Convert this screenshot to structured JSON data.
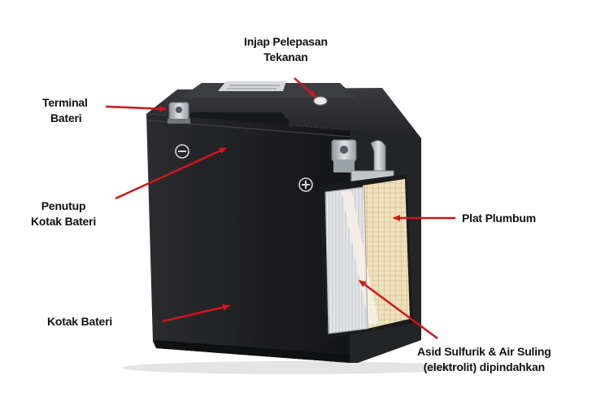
{
  "labels": {
    "terminal": [
      "Terminal",
      "Bateri"
    ],
    "valve": [
      "Injap Pelepasan",
      "Tekanan"
    ],
    "cover": [
      "Penutup",
      "Kotak Bateri"
    ],
    "plate": [
      "Plat Plumbum"
    ],
    "case": [
      "Kotak Bateri"
    ],
    "acid": [
      "Asid Sulfurik & Air Suling",
      "(elektrolit) dipindahkan"
    ]
  },
  "colors": {
    "arrow": "#d0161c",
    "case": "#1e1f21",
    "lid": "#2a2b2d",
    "plates": "#efe1bd",
    "terminal": "#b8bcc0"
  },
  "icons": [
    "minus-icon",
    "plus-icon"
  ]
}
